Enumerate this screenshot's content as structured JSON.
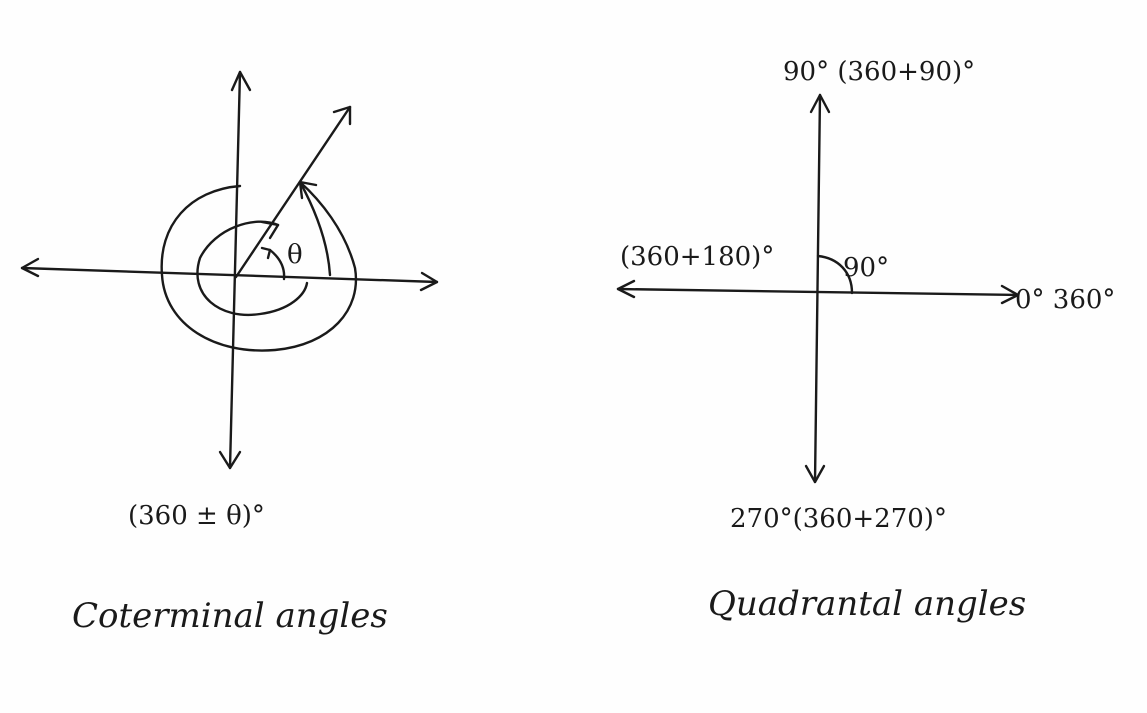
{
  "coterminal": {
    "theta_label": "θ",
    "formula": "(360 ± θ)°",
    "caption": "Coterminal angles"
  },
  "quadrantal": {
    "top_label": "90° (360+90)°",
    "left_label": "(360+180)°",
    "angle_label": "90°",
    "right_label": "0°  360°",
    "bottom_label": "270°(360+270)°",
    "caption": "Quadrantal angles"
  }
}
